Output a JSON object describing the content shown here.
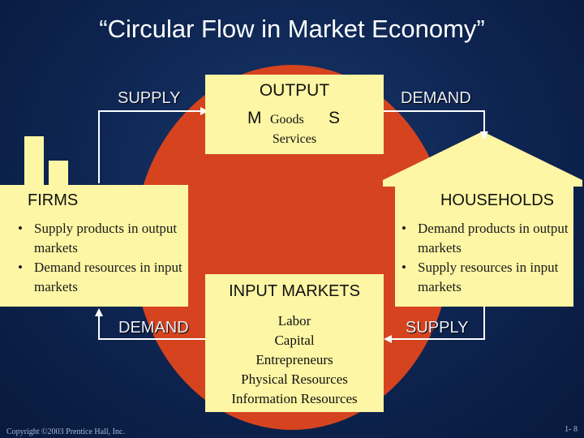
{
  "slide": {
    "title": "“Circular Flow in Market Economy”",
    "copyright": "Copyright ©2003 Prentice Hall, Inc.",
    "page_number": "1- 8"
  },
  "flows": {
    "supply_top": "SUPPLY",
    "demand_top": "DEMAND",
    "demand_bottom": "DEMAND",
    "supply_bottom": "SUPPLY"
  },
  "output_markets": {
    "title": "OUTPUT",
    "subtitle_left": "M",
    "subtitle_mid": "Goods",
    "subtitle_right": "S",
    "line2": "Services"
  },
  "input_markets": {
    "title": "INPUT MARKETS",
    "items": [
      "Labor",
      "Capital",
      "Entrepreneurs",
      "Physical Resources",
      "Information Resources"
    ]
  },
  "firms": {
    "title": "FIRMS",
    "bullets": [
      "Supply products in output markets",
      "Demand resources in input markets"
    ]
  },
  "households": {
    "title": "HOUSEHOLDS",
    "bullets": [
      "Demand products in output markets",
      "Supply resources in input markets"
    ]
  },
  "colors": {
    "background": "#0e2450",
    "circle": "#d6441f",
    "box": "#fdf6a4",
    "arrow": "#ffffff"
  }
}
